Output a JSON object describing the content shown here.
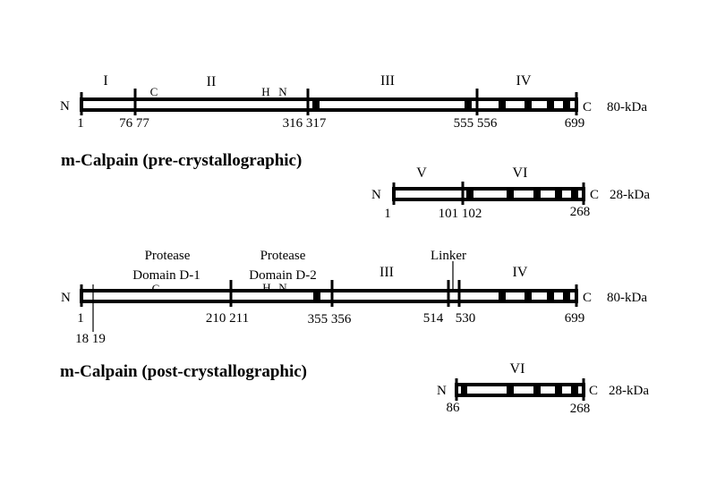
{
  "colors": {
    "ink": "#000000",
    "background": "#ffffff"
  },
  "pre": {
    "title": "m-Calpain (pre-crystallographic)",
    "large": {
      "n_label": "N",
      "c_label": "C",
      "size_label": "80-kDa",
      "domains": [
        "I",
        "II",
        "III",
        "IV"
      ],
      "residue_c": "C",
      "residue_h": "H",
      "residue_n": "N",
      "numbers": [
        "1",
        "76 77",
        "316 317",
        "555 556",
        "699"
      ]
    },
    "small": {
      "n_label": "N",
      "c_label": "C",
      "size_label": "28-kDa",
      "domains": [
        "V",
        "VI"
      ],
      "numbers": [
        "1",
        "101 102",
        "268"
      ]
    }
  },
  "post": {
    "title": "m-Calpain (post-crystallographic)",
    "large": {
      "n_label": "N",
      "c_label": "C",
      "size_label": "80-kDa",
      "protease1": [
        "Protease",
        "Domain D-1"
      ],
      "protease2": [
        "Protease",
        "Domain D-2"
      ],
      "domains": [
        "III",
        "IV"
      ],
      "linker": "Linker",
      "residue_c": "C",
      "residue_h": "H",
      "residue_n": "N",
      "numbers": [
        "1",
        "18 19",
        "210 211",
        "355 356",
        "514",
        "530",
        "699"
      ]
    },
    "small": {
      "n_label": "N",
      "c_label": "C",
      "size_label": "28-kDa",
      "domains": [
        "VI"
      ],
      "numbers": [
        "86",
        "268"
      ]
    }
  }
}
